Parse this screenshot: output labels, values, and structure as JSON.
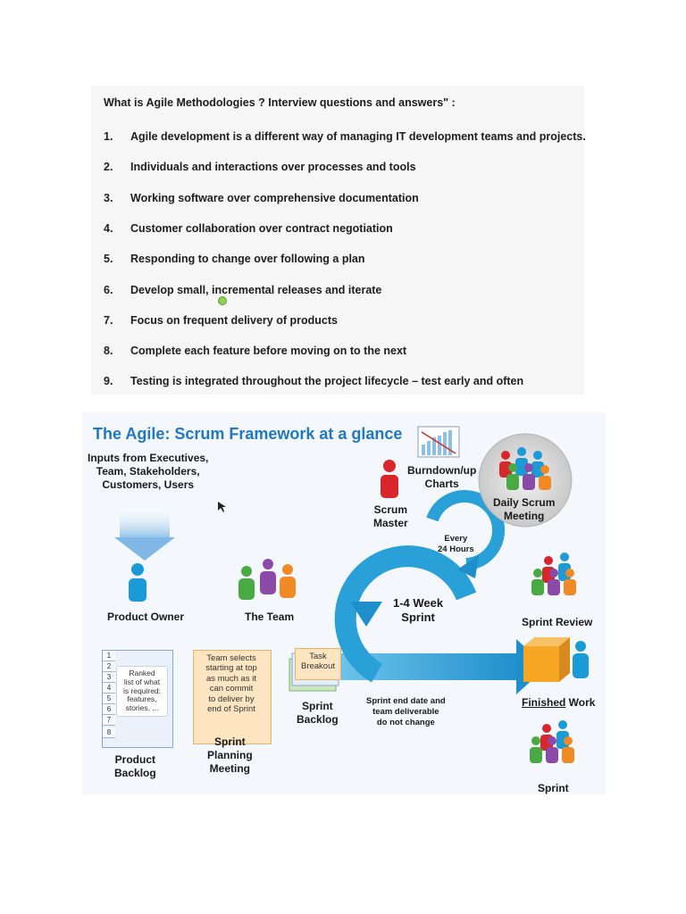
{
  "qa": {
    "title": "What is Agile  Methodologies ? Interview questions and answers\" :",
    "items": [
      {
        "num": "1.",
        "text": "Agile development is a different way of managing IT development teams and projects."
      },
      {
        "num": "2.",
        "text": "Individuals and interactions over processes and tools"
      },
      {
        "num": "3.",
        "text": "Working software over comprehensive documentation"
      },
      {
        "num": "4.",
        "text": "Customer collaboration over contract negotiation"
      },
      {
        "num": "5.",
        "text": "Responding to change over following a plan"
      },
      {
        "num": "6.",
        "text": "Develop small, incremental releases and iterate"
      },
      {
        "num": "7.",
        "text": "Focus on frequent delivery of products"
      },
      {
        "num": "8.",
        "text": "Complete each feature before moving on to the next"
      },
      {
        "num": "9.",
        "text": "Testing is integrated throughout the project lifecycle – test early and often"
      }
    ]
  },
  "scrum": {
    "title": "The Agile: Scrum Framework at a glance",
    "inputs": [
      "Inputs from Executives,",
      "Team, Stakeholders,",
      "Customers, Users"
    ],
    "product_owner": "Product Owner",
    "the_team": "The Team",
    "scrum_master": [
      "Scrum",
      "Master"
    ],
    "burndown": [
      "Burndown/up",
      "Charts"
    ],
    "daily_scrum": [
      "Daily Scrum",
      "Meeting"
    ],
    "every_24": [
      "Every",
      "24 Hours"
    ],
    "sprint_length": [
      "1-4 Week",
      "Sprint"
    ],
    "sprint_review": "Sprint Review",
    "finished_work_underlined": "Finished",
    "finished_work_rest": " Work",
    "sprint_retro_partial": "Sprint",
    "product_backlog": [
      "Product",
      "Backlog"
    ],
    "backlog_rows": [
      "1",
      "2",
      "3",
      "4",
      "5",
      "6",
      "7",
      "8"
    ],
    "ranked_list": [
      "Ranked",
      "list of what",
      "is required:",
      "features,",
      "stories, ..."
    ],
    "planning_box": [
      "Team selects",
      "starting at top",
      "as much as it",
      "can commit",
      "to deliver by",
      "end of Sprint"
    ],
    "sprint_planning": [
      "Sprint",
      "Planning",
      "Meeting"
    ],
    "task_breakout": [
      "Task",
      "Breakout"
    ],
    "sprint_backlog": [
      "Sprint",
      "Backlog"
    ],
    "sprint_end_note": [
      "Sprint end date and",
      "team deliverable",
      "do not change"
    ]
  },
  "colors": {
    "title_blue": "#1f78c1",
    "arrow_blue": "#2aa0d8",
    "person_blue": "#1a9ad6",
    "person_red": "#d9262a",
    "person_green": "#49a942",
    "person_purple": "#8c4aa8",
    "person_orange": "#f08a24",
    "box_orange": "#f5a623"
  }
}
